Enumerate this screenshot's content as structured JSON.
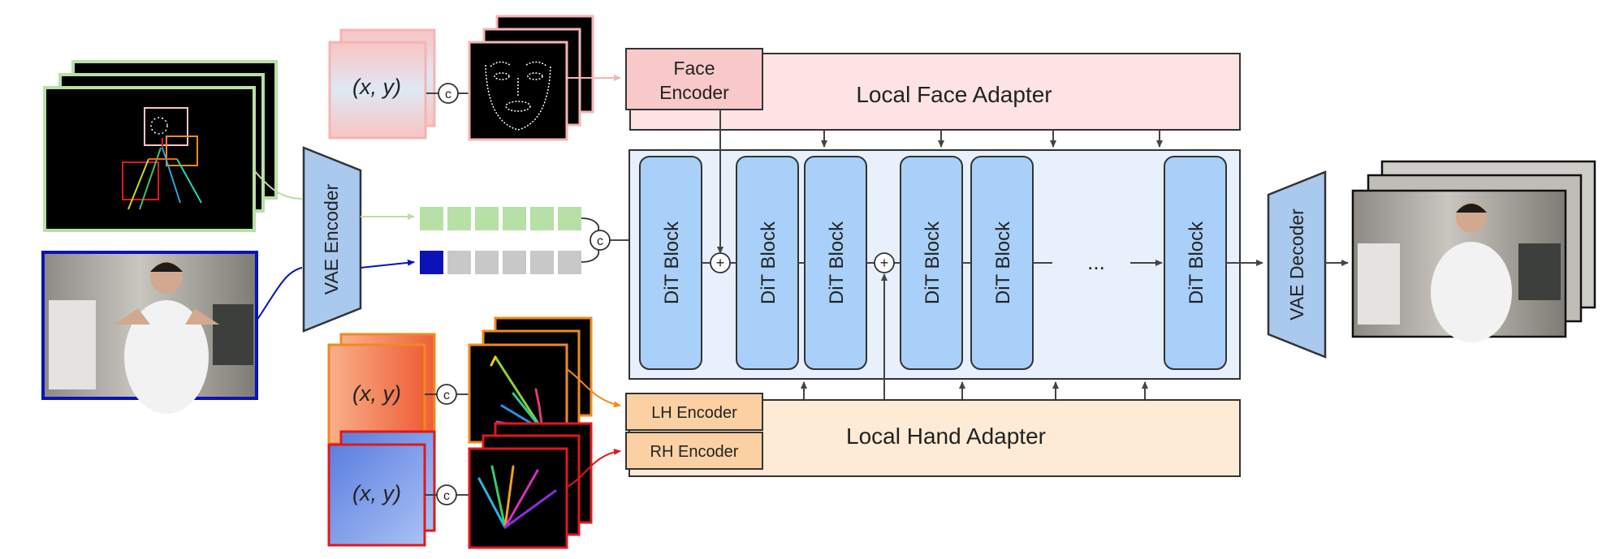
{
  "coord_label": "(x, y)",
  "concat_symbol": "c",
  "add_symbol": "+",
  "ellipsis": "...",
  "vae_encoder": "VAE Encoder",
  "vae_decoder": "VAE Decoder",
  "face_encoder": [
    "Face",
    "Encoder"
  ],
  "face_adapter": "Local Face Adapter",
  "lh_encoder": "LH Encoder",
  "rh_encoder": "RH Encoder",
  "hand_adapter": "Local Hand Adapter",
  "dit_block": "DiT Block",
  "colors": {
    "pose_border": "#b9dfa6",
    "ref_border": "#0a13b8",
    "token_green": "#b6e0a6",
    "token_blue": "#0a13b8",
    "token_gray": "#c8c8c8",
    "face_adapter": "#fde3e3",
    "face_encoder": "#f9c9c9",
    "hand_adapter": "#fdebd6",
    "hand_encoder": "#fbd1a4",
    "dit_panel": "#e7f0fb",
    "dit_block": "#a9d0f8",
    "vae": "#a9c9ee",
    "orange": "#f08a1c",
    "red": "#e0181b"
  }
}
